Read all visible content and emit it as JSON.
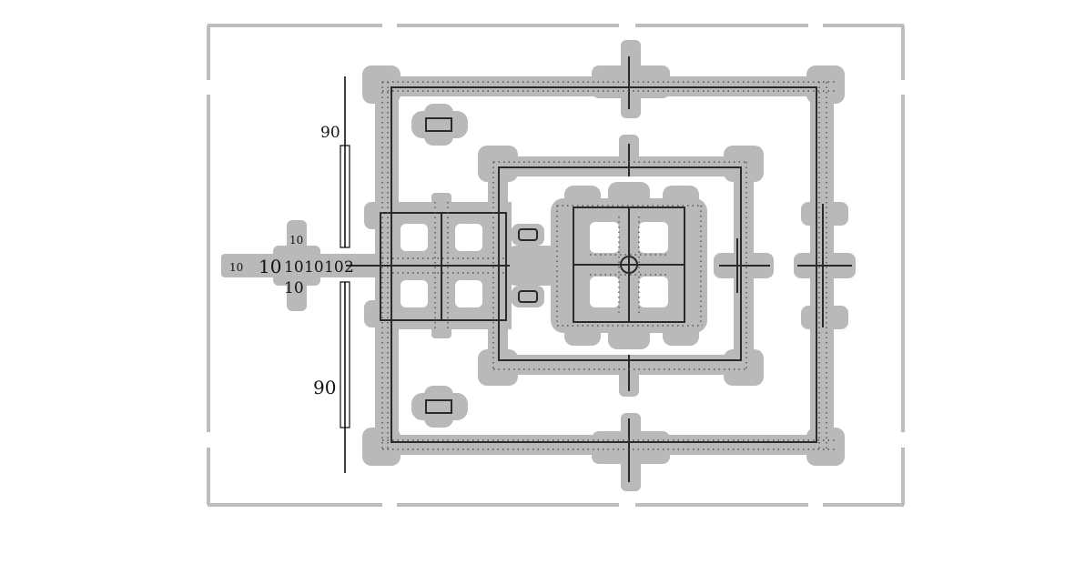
{
  "labels": {
    "left_10": "10",
    "row_a": "10",
    "row_b": "10",
    "row_c": "10",
    "row_d": "10",
    "row_end": "2",
    "top_10": "10",
    "bottom_10": "10",
    "dim_top": "90",
    "dim_bottom": "90"
  },
  "colors": {
    "fill": "#b9b9b9",
    "boundary": "#bdbdbd",
    "wall": "#2a2a2a",
    "dots": "#555555",
    "ink": "#111111"
  }
}
